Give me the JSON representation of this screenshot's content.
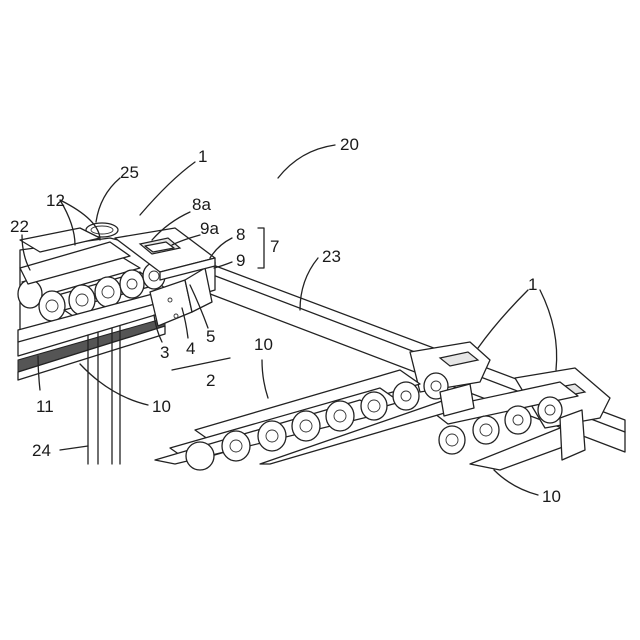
{
  "labels": {
    "l1a": "1",
    "l20": "20",
    "l25": "25",
    "l12": "12",
    "l22": "22",
    "l8a": "8a",
    "l9a": "9a",
    "l8": "8",
    "l9": "9",
    "l7": "7",
    "l23": "23",
    "l1b": "1",
    "l10a": "10",
    "l5": "5",
    "l4": "4",
    "l3": "3",
    "l2": "2",
    "l11": "11",
    "l10b": "10",
    "l24": "24",
    "l10c": "10"
  },
  "colors": {
    "line": "#222222",
    "background": "#ffffff"
  }
}
